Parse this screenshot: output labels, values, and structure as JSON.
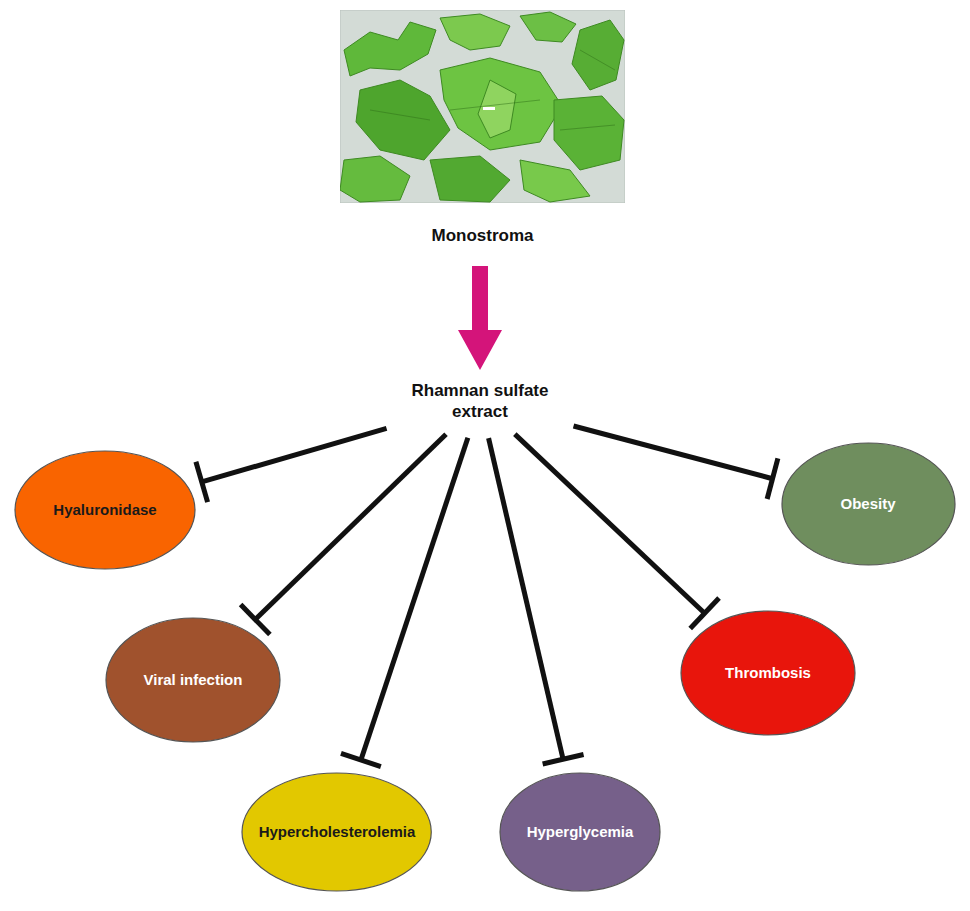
{
  "diagram": {
    "nodes": [
      {
        "text": [
          "Monostroma"
        ]
      },
      {
        "text": [
          "Rhamnan sulfate extract"
        ]
      },
      {
        "text": [
          "Hyaluronidase"
        ]
      },
      {
        "text": [
          "Obesity"
        ]
      },
      {
        "text": [
          "Viral infection"
        ]
      },
      {
        "text": [
          "Thrombosis"
        ]
      },
      {
        "text": [
          "Hypercholesterolemia"
        ]
      },
      {
        "text": [
          "Hyperglycemia"
        ]
      }
    ],
    "edges": [
      {
        "from": 0,
        "to": 1,
        "arrow": "to"
      },
      {
        "from": 1,
        "to": 2,
        "arrow": "to"
      },
      {
        "from": 1,
        "to": 3,
        "arrow": "to"
      },
      {
        "from": 1,
        "to": 4,
        "arrow": "to"
      },
      {
        "from": 1,
        "to": 5,
        "arrow": "to"
      },
      {
        "from": 1,
        "to": 6,
        "arrow": "to"
      },
      {
        "from": 1,
        "to": 7,
        "arrow": "to"
      }
    ]
  }
}
